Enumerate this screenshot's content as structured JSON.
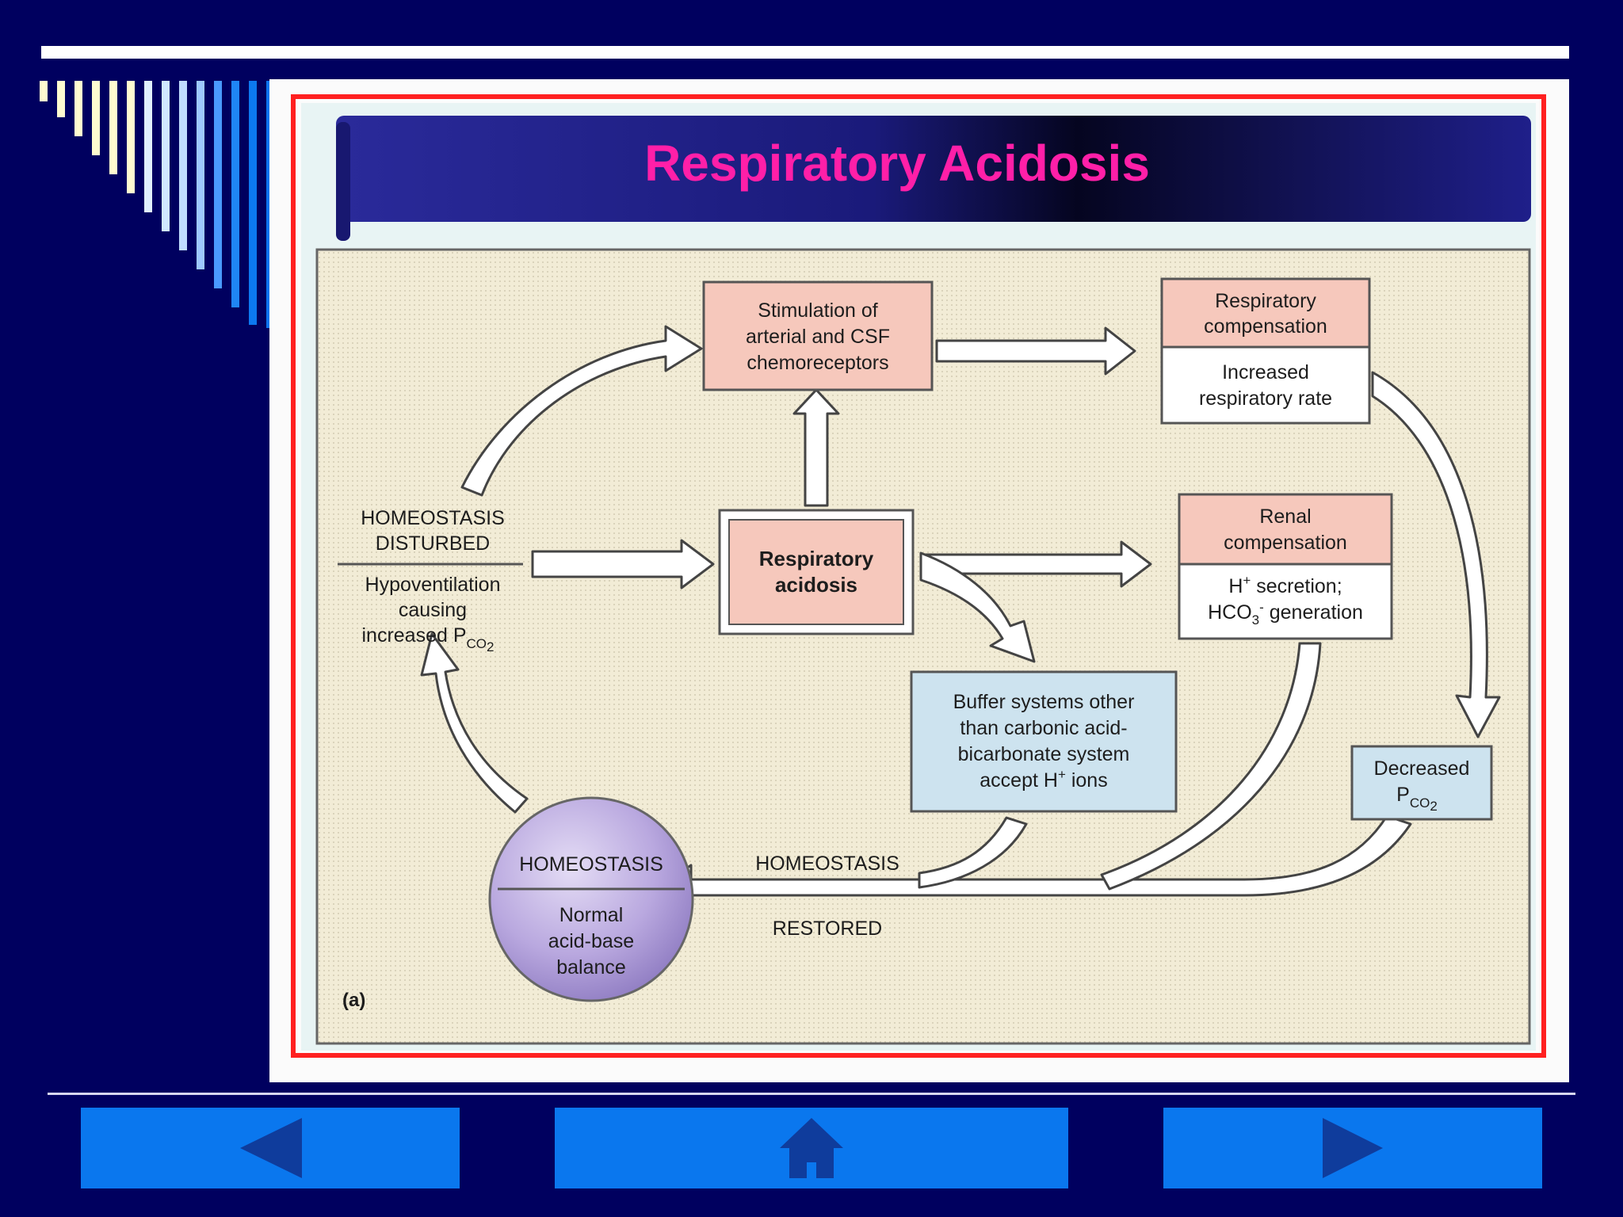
{
  "title": "Respiratory Acidosis",
  "colors": {
    "background": "#00005f",
    "title_text": "#ff1fa8",
    "banner": "#1f1f8f",
    "frame_red": "#ff2020",
    "panel": "#f2ecd6",
    "box_pink": "#f6c8bc",
    "box_blue": "#cde3ef",
    "circle_purple": "#b9a8df",
    "nav_button": "#0a77ee",
    "nav_icon": "#0f3c9c"
  },
  "diagram": {
    "disturbed": {
      "heading_1": "HOMEOSTASIS",
      "heading_2": "DISTURBED",
      "line_1": "Hypoventilation",
      "line_2": "causing",
      "line_3": "increased P",
      "line_3_sub": "CO",
      "line_3_sub2": "2"
    },
    "stimulation": {
      "line_1": "Stimulation of",
      "line_2": "arterial and CSF",
      "line_3": "chemoreceptors"
    },
    "respiratory_acidosis": {
      "line_1": "Respiratory",
      "line_2": "acidosis"
    },
    "respiratory_compensation": {
      "header_1": "Respiratory",
      "header_2": "compensation",
      "body_1": "Increased",
      "body_2": "respiratory rate"
    },
    "renal_compensation": {
      "header_1": "Renal",
      "header_2": "compensation",
      "body_1_pre": "H",
      "body_1_sup": "+",
      "body_1_post": " secretion;",
      "body_2_pre": "HCO",
      "body_2_sub": "3",
      "body_2_sup": "-",
      "body_2_post": " generation"
    },
    "buffer": {
      "line_1": "Buffer systems other",
      "line_2": "than carbonic acid-",
      "line_3": "bicarbonate system",
      "line_4_pre": "accept H",
      "line_4_sup": "+",
      "line_4_post": " ions"
    },
    "decreased": {
      "line_1": "Decreased",
      "line_2": "P",
      "line_2_sub": "CO",
      "line_2_sub2": "2"
    },
    "homeostasis_circle": {
      "heading": "HOMEOSTASIS",
      "line_1": "Normal",
      "line_2": "acid-base",
      "line_3": "balance"
    },
    "restored_1": "HOMEOSTASIS",
    "restored_2": "RESTORED",
    "panel_label": "(a)"
  },
  "nav": {
    "prev_icon": "left-triangle-icon",
    "home_icon": "home-icon",
    "next_icon": "right-triangle-icon"
  }
}
